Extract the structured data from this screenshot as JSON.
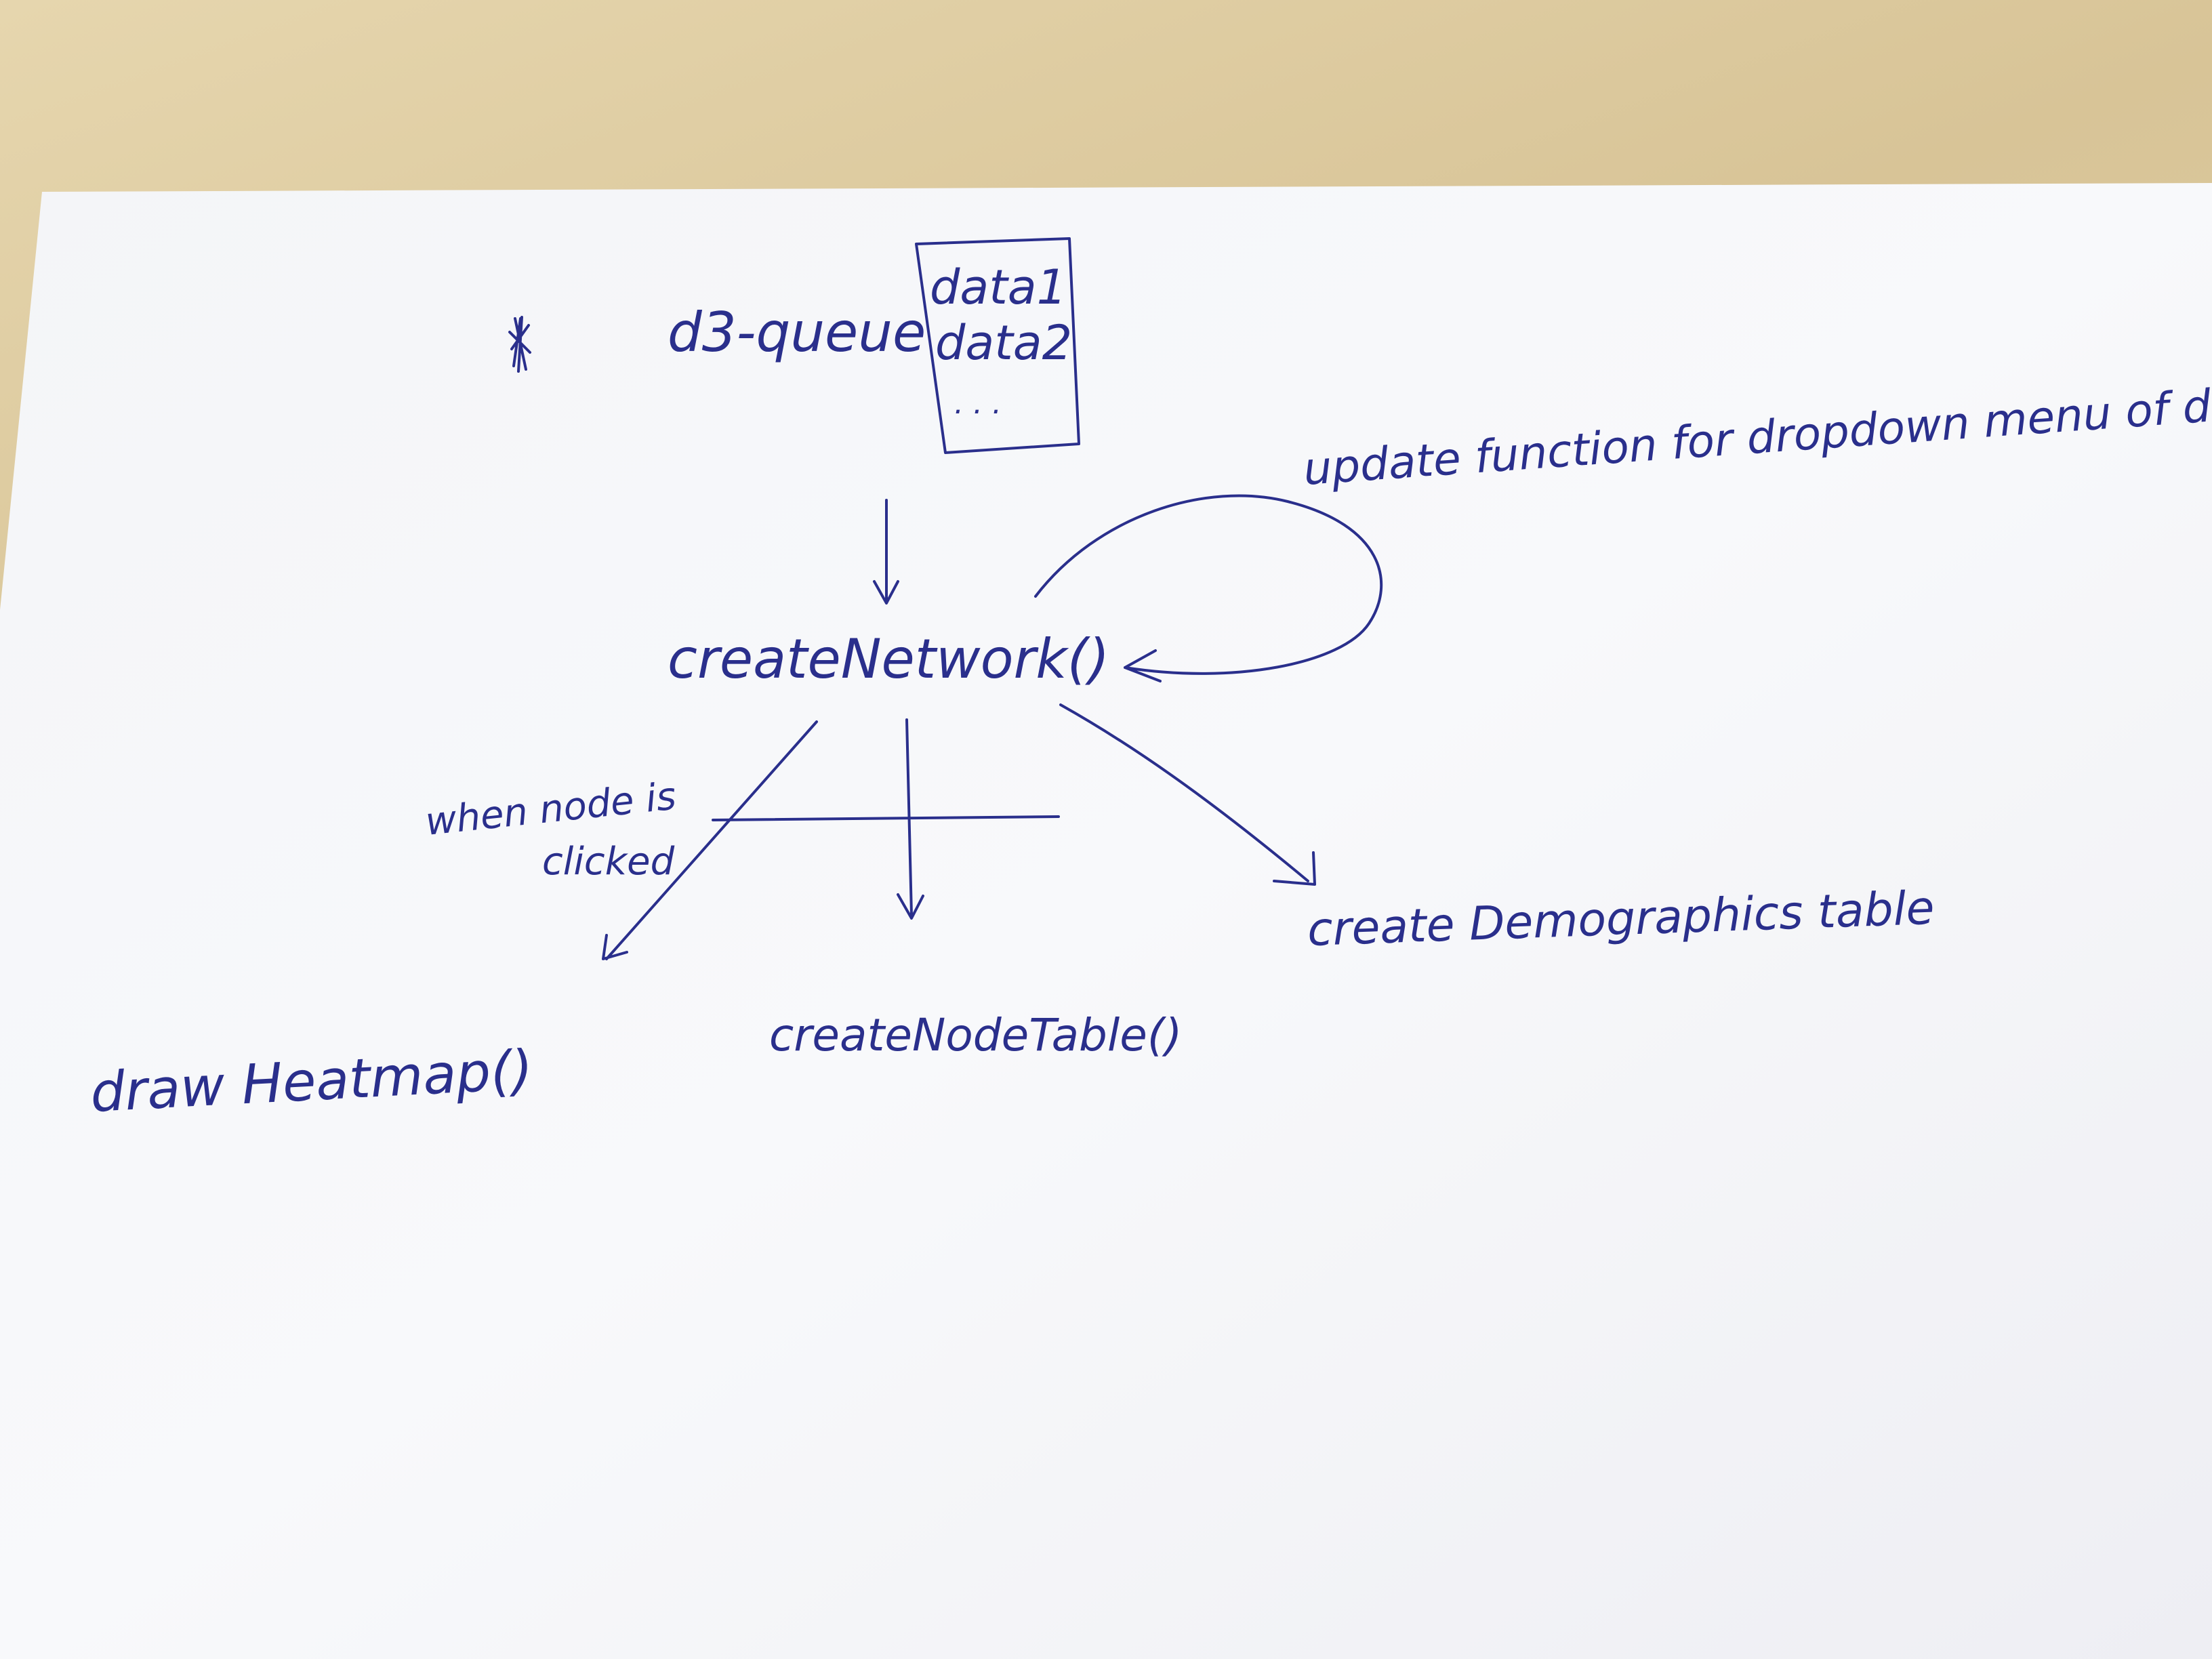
{
  "ink_color": "#2a2f8c",
  "paper_color": "#f7f8fa",
  "desk_color": "#dcc99c",
  "queue_label": "d3-queue",
  "data_items": [
    "data1",
    "data2",
    ". . ."
  ],
  "update_note": "update function for dropdown menu of data.",
  "create_network": "createNetwork()",
  "click_note_line1": "when node is",
  "click_note_line2": "clicked",
  "draw_heatmap": "draw Heatmap()",
  "create_node_table": "createNodeTable()",
  "create_demographics_table": "create Demographics table"
}
